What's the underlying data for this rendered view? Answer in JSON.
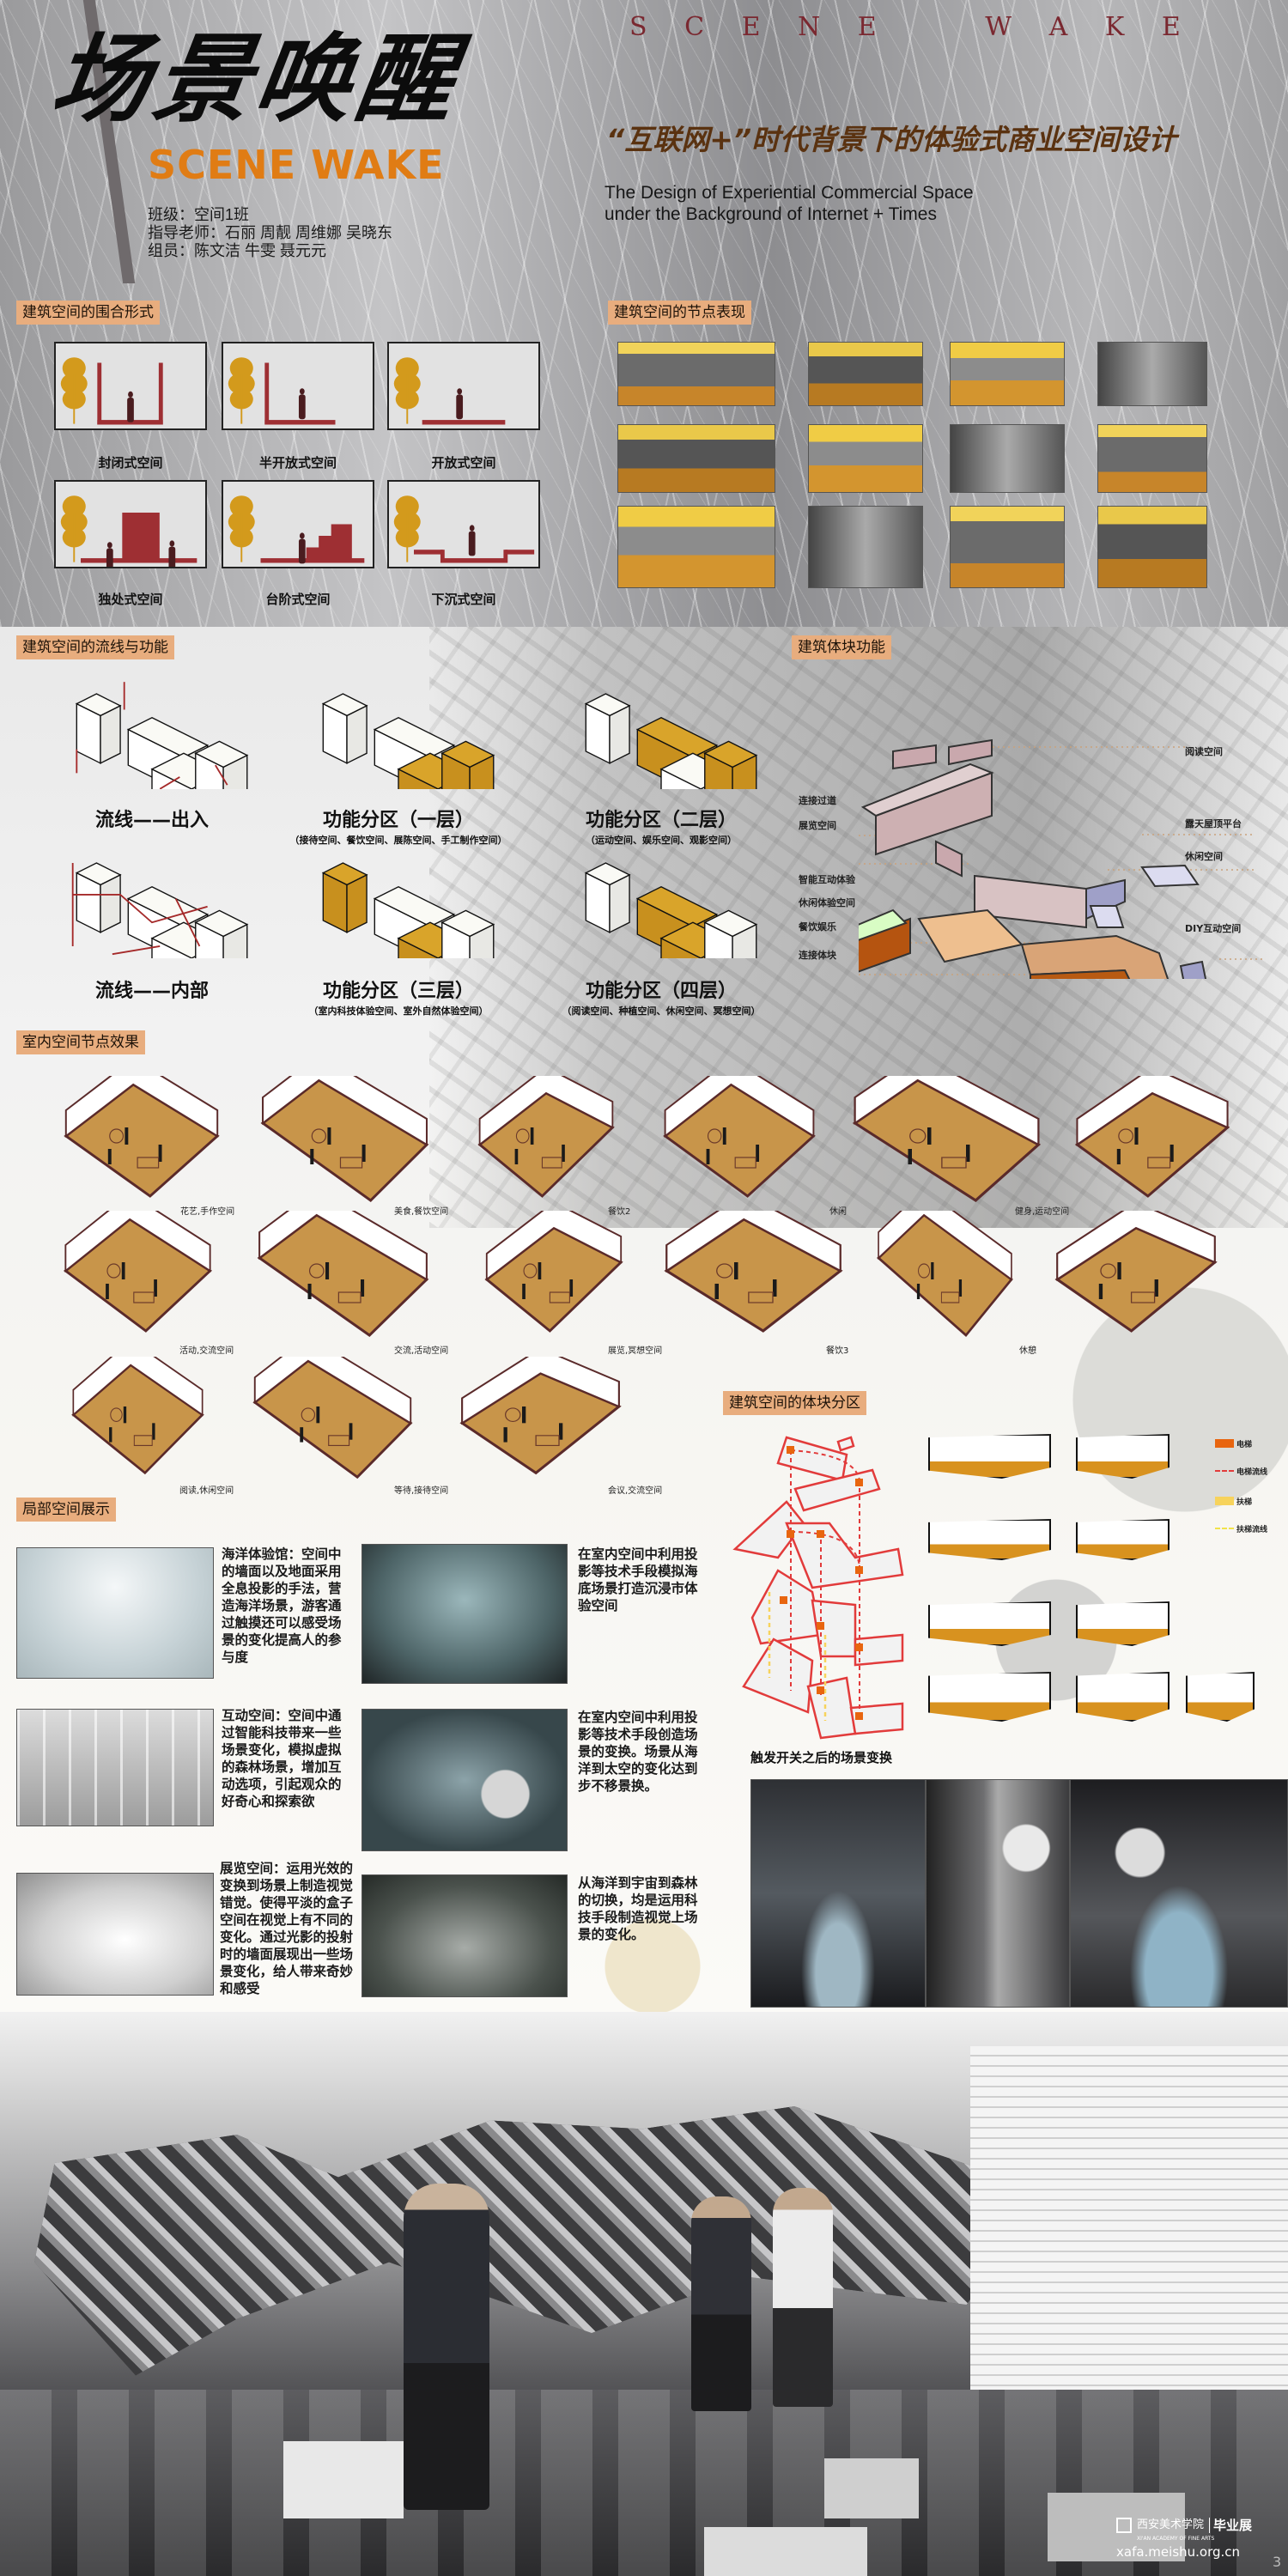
{
  "header": {
    "title_cn": "场景唤醒",
    "title_en": "SCENE WAKE",
    "spaced": "S C E N E   W A K E",
    "subtitle_cn": "“互联网+”时代背景下的体验式商业空间设计",
    "subtitle_en_1": "The Design of Experiential Commercial Space",
    "subtitle_en_2": "under the Background of Internet + Times",
    "class": "班级：空间1班",
    "teachers": "指导老师：石丽 周靓 周维娜 吴晓东",
    "members": "组员：陈文洁 牛雯 聂元元"
  },
  "enclosure": {
    "label": "建筑空间的围合形式",
    "items": [
      "封闭式空间",
      "半开放式空间",
      "开放式空间",
      "独处式空间",
      "台阶式空间",
      "下沉式空间"
    ]
  },
  "nodes": {
    "label": "建筑空间的节点表现"
  },
  "flow": {
    "label": "建筑空间的流线与功能",
    "items": [
      {
        "title": "流线——出入",
        "sub": ""
      },
      {
        "title": "功能分区（一层）",
        "sub": "（接待空间、餐饮空间、展陈空间、手工制作空间）"
      },
      {
        "title": "功能分区（二层）",
        "sub": "（运动空间、娱乐空间、观影空间）"
      },
      {
        "title": "流线——内部",
        "sub": ""
      },
      {
        "title": "功能分区（三层）",
        "sub": "（室内科技体验空间、室外自然体验空间）"
      },
      {
        "title": "功能分区（四层）",
        "sub": "（阅读空间、种植空间、休闲空间、冥想空间）"
      }
    ]
  },
  "blocks": {
    "label": "建筑体块功能",
    "left": [
      "连接过道",
      "展览空间",
      "智能互动体验",
      "休闲体验空间",
      "餐饮娱乐",
      "连接体块"
    ],
    "right": [
      "阅读空间",
      "露天屋顶平台",
      "休闲空间",
      "DIY互动空间"
    ]
  },
  "interior": {
    "label": "室内空间节点效果",
    "captions": [
      "花艺,手作空间",
      "美食,餐饮空间",
      "餐饮2",
      "休闲",
      "健身,运动空间",
      "活动,交流空间",
      "交流,活动空间",
      "展览,冥想空间",
      "餐饮3",
      "休憩",
      "阅读,休闲空间",
      "等待,接待空间",
      "会议,交流空间"
    ]
  },
  "zoning": {
    "label": "建筑空间的体块分区",
    "legend": [
      "电梯",
      "电梯流线",
      "扶梯",
      "扶梯流线"
    ],
    "caption": "触发开关之后的场景变换",
    "colors": {
      "elevator": "#e8650f",
      "escalator": "#f7d35c",
      "outline": "#e23b3b"
    }
  },
  "local": {
    "label": "局部空间展示",
    "items": [
      "海洋体验馆：空间中的墙面以及地面采用全息投影的手法，营造海洋场景，游客通过触摸还可以感受场景的变化提高人的参与度",
      "在室内空间中利用投影等技术手段模拟海底场景打造沉浸市体验空间",
      "互动空间：空间中通过智能科技带来一些场景变化，模拟虚拟的森林场景，增加互动选项，引起观众的好奇心和探索欲",
      "在室内空间中利用投影等技术手段创造场景的变换。场景从海洋到太空的变化达到步不移景换。",
      "展览空间：运用光效的变换到场景上制造视觉错觉。使得平淡的盒子空间在视觉上有不同的变化。通过光影的投射时的墙面展现出一些场景变化，给人带来奇妙和感受",
      "从海洋到宇宙到森林的切换，均是运用科技手段制造视觉上场景的变化。"
    ]
  },
  "footer": {
    "school": "西安美术学院",
    "school_en": "XI'AN ACADEMY OF FINE ARTS",
    "expo": "毕业展",
    "url": "xafa.meishu.org.cn",
    "page": "3"
  },
  "colors": {
    "label_bg": "#e8ad7e",
    "accent_orange": "#e07c14",
    "wall_red": "#9e2f33",
    "tree_gold": "#d39a1c",
    "floor_tan": "#c8954a"
  }
}
